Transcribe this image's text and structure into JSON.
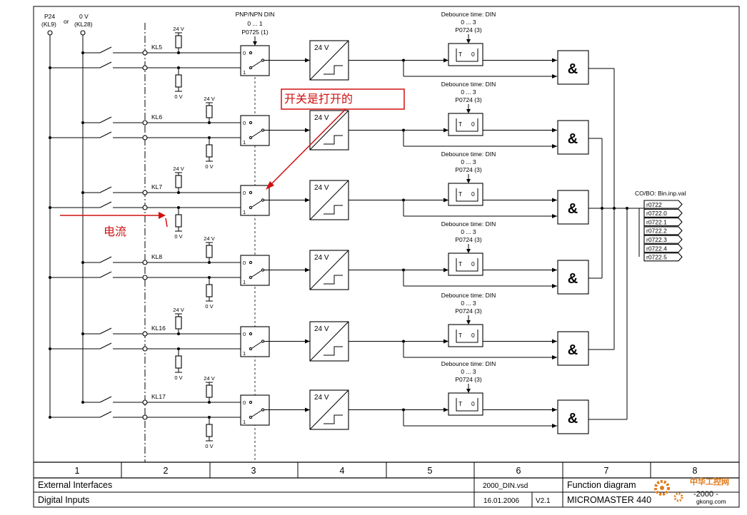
{
  "supply": {
    "p24_label": "P24",
    "p24_terminal": "(KL9)",
    "or_label": "or",
    "ov_label": "0 V",
    "ov_terminal": "(KL28)"
  },
  "channels": [
    {
      "terminal": "KL5"
    },
    {
      "terminal": "KL6"
    },
    {
      "terminal": "KL7"
    },
    {
      "terminal": "KL8"
    },
    {
      "terminal": "KL16"
    },
    {
      "terminal": "KL17"
    }
  ],
  "resistor": {
    "top_label": "24 V",
    "bottom_label": "0 V"
  },
  "pnp_npn": {
    "title": "PNP/NPN DIN",
    "range": "0 ... 1",
    "param": "P0725 (1)",
    "pos0": "0",
    "pos1": "1"
  },
  "level_block": {
    "label": "24 V"
  },
  "debounce": {
    "title": "Debounce time: DIN",
    "range": "0 ... 3",
    "param": "P0724 (3)",
    "t_label": "T",
    "zero_label": "0"
  },
  "and_gate": {
    "symbol": "&"
  },
  "output": {
    "title": "CO/BO: Bin.inp.val",
    "params": [
      "r0722",
      "r0722.0",
      "r0722.1",
      "r0722.2",
      "r0722.3",
      "r0722.4",
      "r0722.5"
    ]
  },
  "annotations": {
    "switch_open": "开关是打开的",
    "current": "电流"
  },
  "colors": {
    "annotation_red": "#d01010",
    "watermark": "#e07a1a"
  },
  "title_block": {
    "columns": [
      "1",
      "2",
      "3",
      "4",
      "5",
      "6",
      "7",
      "8"
    ],
    "section": "External Interfaces",
    "subject": "Digital Inputs",
    "file": "2000_DIN.vsd",
    "date": "16.01.2006",
    "version": "V2.1",
    "diagram_type": "Function diagram",
    "product": "MICROMASTER 440",
    "sheet": "-2000 -"
  },
  "watermark": {
    "text": "中华工控网",
    "site": "gkong.com"
  }
}
